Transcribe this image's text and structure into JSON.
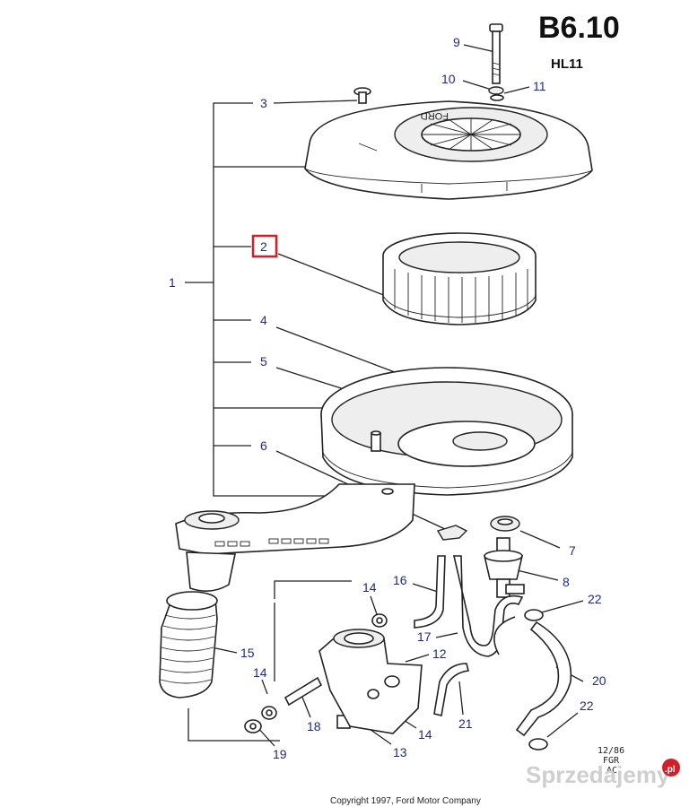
{
  "header": {
    "code": "B6.10",
    "model": "HL11"
  },
  "footer": {
    "copyright": "Copyright 1997, Ford Motor Company",
    "stamp": [
      "12/86",
      "FGR",
      "AC"
    ]
  },
  "watermark": {
    "text": "Sprzedajemy",
    "suffix": ".pl"
  },
  "cover_lettering": "FORD",
  "highlight_color": "#d0202a",
  "callout_color": "#1e2a8a",
  "callouts": [
    "1",
    "2",
    "3",
    "4",
    "5",
    "6",
    "7",
    "8",
    "9",
    "10",
    "11",
    "12",
    "13",
    "14",
    "14",
    "14",
    "15",
    "16",
    "17",
    "18",
    "19",
    "20",
    "21",
    "22",
    "22"
  ]
}
